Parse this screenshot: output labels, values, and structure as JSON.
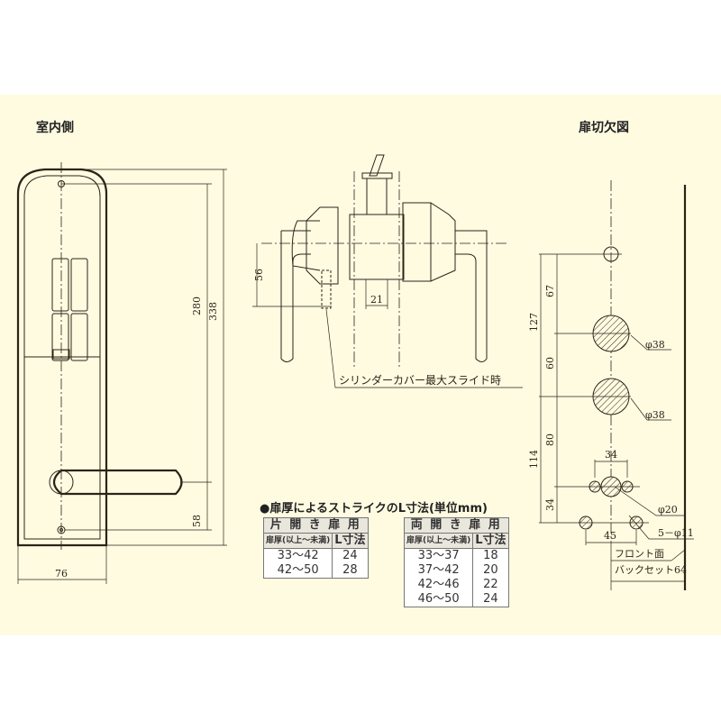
{
  "left_view": {
    "title": "室内側",
    "dims": {
      "d280": "280",
      "d338": "338",
      "d58": "58",
      "d76": "76"
    }
  },
  "middle_view": {
    "dims": {
      "d56": "56",
      "d21": "21"
    },
    "note": "シリンダーカバー最大スライド時"
  },
  "right_view": {
    "title": "扉切欠図",
    "dims": {
      "d67": "67",
      "d127": "127",
      "d60": "60",
      "d80": "80",
      "d114": "114",
      "d34v": "34",
      "d34h": "34",
      "d45": "45"
    },
    "labels": {
      "phi38a": "φ38",
      "phi38b": "φ38",
      "phi20": "φ20",
      "phi11": "5－φ11",
      "front": "フロント面",
      "backset": "バックセット64"
    }
  },
  "strike_table": {
    "title": "●扉厚によるストライクのL寸法(単位mm)",
    "single": {
      "header": "片 開 き 扉 用",
      "col1": "扉厚(以上〜未満)",
      "col2": "L寸法",
      "rows": [
        [
          "33〜42",
          "24"
        ],
        [
          "42〜50",
          "28"
        ]
      ]
    },
    "double": {
      "header": "両 開 き 扉 用",
      "col1": "扉厚(以上〜未満)",
      "col2": "L寸法",
      "rows": [
        [
          "33〜37",
          "18"
        ],
        [
          "37〜42",
          "20"
        ],
        [
          "42〜46",
          "22"
        ],
        [
          "46〜50",
          "24"
        ]
      ]
    }
  },
  "colors": {
    "background": "#fefbe1",
    "line": "#2a2418"
  }
}
